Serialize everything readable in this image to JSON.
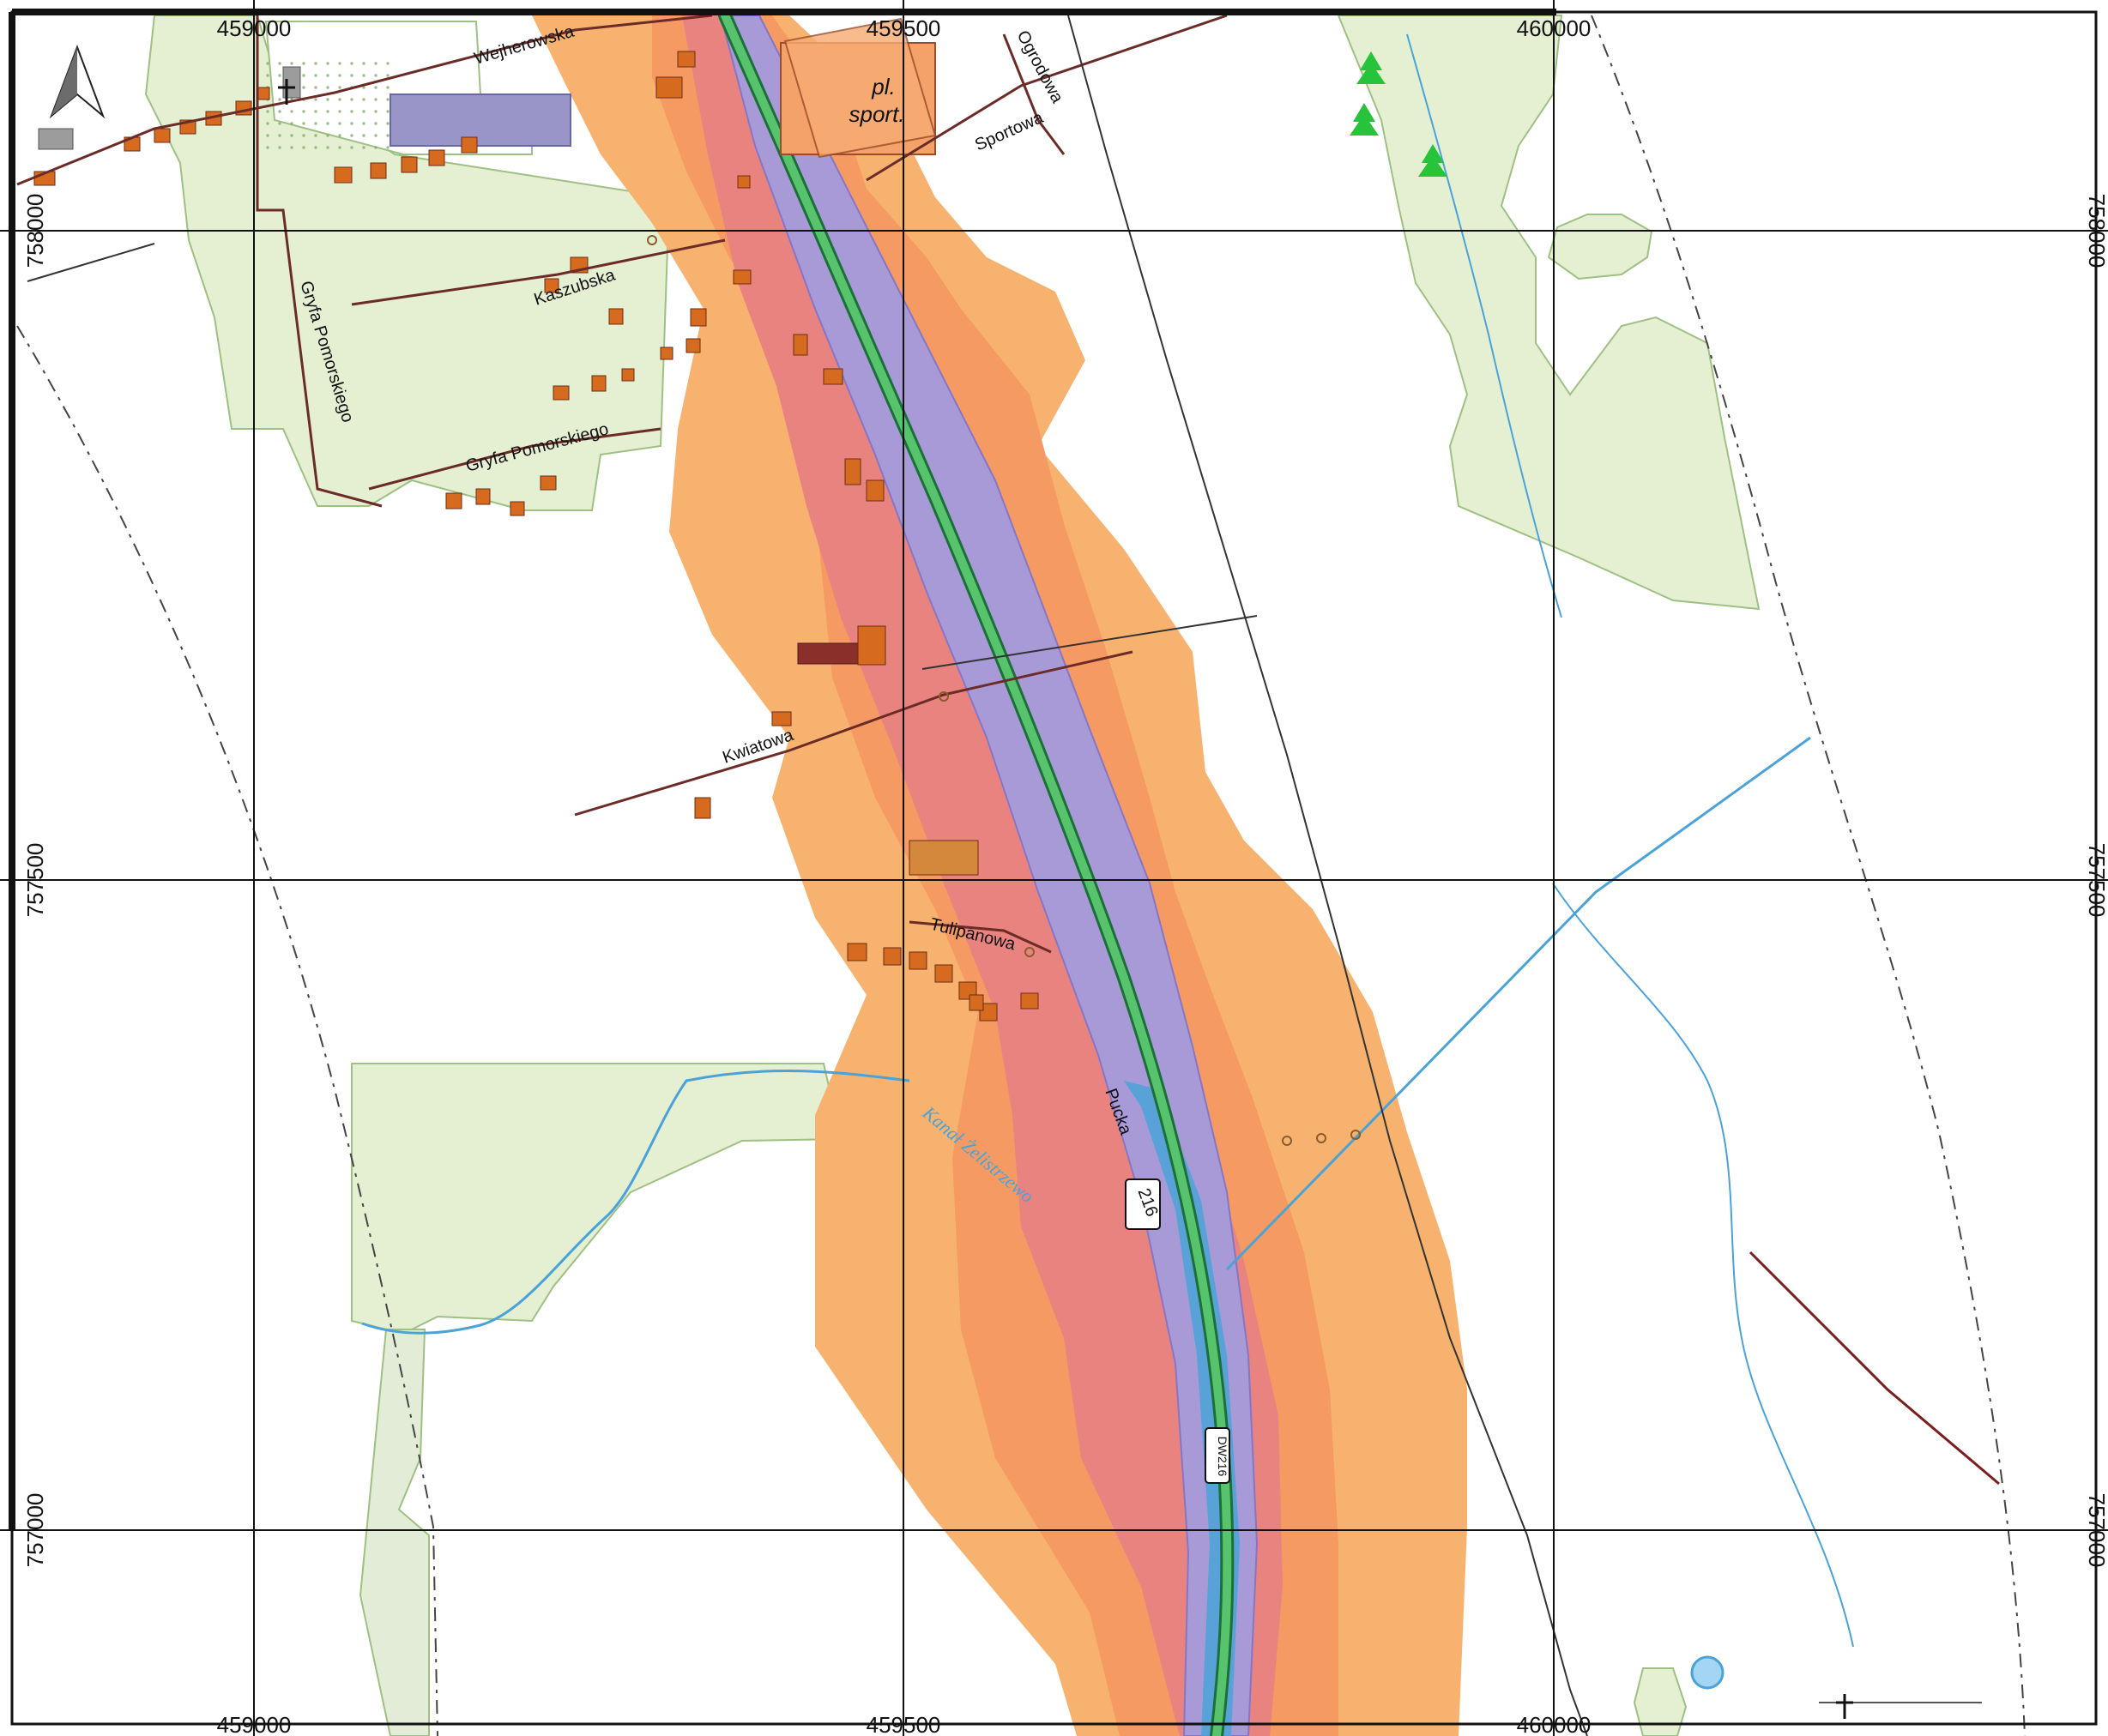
{
  "map": {
    "grid": {
      "x_labels": [
        "459000",
        "459500",
        "460000"
      ],
      "y_labels": [
        "758000",
        "757500",
        "757000"
      ]
    },
    "streets": {
      "wejherowska": "Wejherowska",
      "ogrodowa": "Ogrodowa",
      "sportowa": "Sportowa",
      "kaszubska": "Kaszubska",
      "gryfa_pomorskiego_vertical": "Gryfa Pomorskiego",
      "gryfa_pomorskiego_horizontal": "Gryfa Pomorskiego",
      "kwiatowa": "Kwiatowa",
      "tulipanowa": "Tulipanowa",
      "pucka": "Pucka"
    },
    "places": {
      "sports_field_line1": "pl.",
      "sports_field_line2": "sport."
    },
    "water": {
      "kanal": "Kanał Żelistrzewo"
    },
    "routes": {
      "main_badge": "216",
      "small_badge": "DW216"
    },
    "icons": {
      "north_arrow": "north-arrow-icon",
      "tree": "tree-icon",
      "cross": "cross-icon"
    },
    "colors": {
      "zone_outer": "#f7b26f",
      "zone_middle": "#f59a62",
      "zone_inner": "#e8837f",
      "road_core": "#57c46d",
      "road_border": "#a79ad7",
      "water": "#4aa3d8",
      "green_area": "#e5efd2",
      "building": "#d66a1f",
      "grid": "#111111"
    }
  }
}
